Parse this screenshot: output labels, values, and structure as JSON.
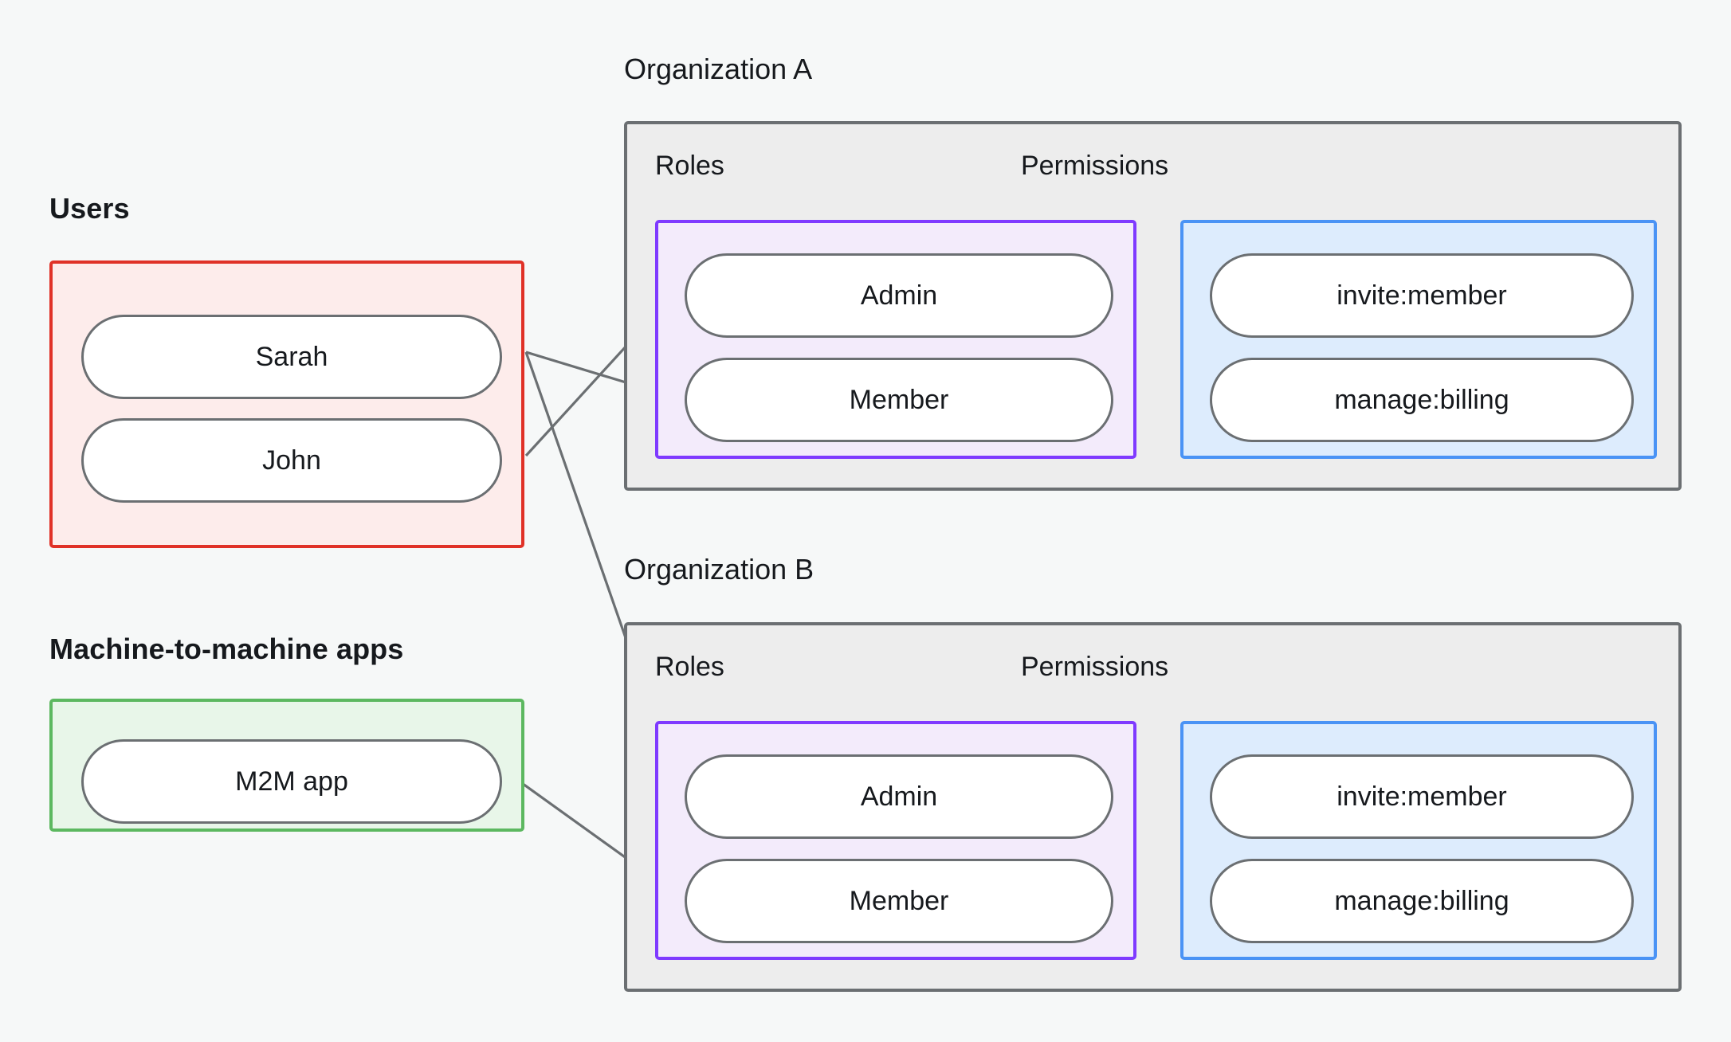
{
  "theme": {
    "background": "#f6f8f8",
    "users_border": "#e03127",
    "users_fill": "#fdeceb",
    "m2m_border": "#5cb860",
    "m2m_fill": "#e8f6e9",
    "org_border": "#6b6f72",
    "org_fill": "#ededed",
    "roles_border": "#7f3aff",
    "roles_fill": "#f3ebfb",
    "perms_border": "#4a93f5",
    "perms_fill": "#ddecfd",
    "edge_color": "#6b6f72",
    "node_border": "#6b6f72",
    "node_fill": "#ffffff",
    "text_color": "#16191d"
  },
  "groups": {
    "users": {
      "title": "Users",
      "items": [
        {
          "label": "Sarah"
        },
        {
          "label": "John"
        }
      ]
    },
    "m2m": {
      "title": "Machine-to-machine apps",
      "items": [
        {
          "label": "M2M app"
        }
      ]
    }
  },
  "organizations": [
    {
      "title": "Organization A",
      "roles_title": "Roles",
      "permissions_title": "Permissions",
      "roles": [
        {
          "label": "Admin"
        },
        {
          "label": "Member"
        }
      ],
      "permissions": [
        {
          "label": "invite:member"
        },
        {
          "label": "manage:billing"
        }
      ]
    },
    {
      "title": "Organization B",
      "roles_title": "Roles",
      "permissions_title": "Permissions",
      "roles": [
        {
          "label": "Admin"
        },
        {
          "label": "Member"
        }
      ],
      "permissions": [
        {
          "label": "invite:member"
        },
        {
          "label": "manage:billing"
        }
      ]
    }
  ],
  "connections": [
    {
      "from": "John",
      "to": "Organization A / Admin"
    },
    {
      "from": "Sarah",
      "to": "Organization A / Member"
    },
    {
      "from": "Sarah",
      "to": "Organization B / Admin"
    },
    {
      "from": "M2M app",
      "to": "Organization B / Member"
    },
    {
      "from": "Organization A / Admin",
      "to": "Organization A / invite:member"
    },
    {
      "from": "Organization A / Admin",
      "to": "Organization A / manage:billing"
    },
    {
      "from": "Organization A / Member",
      "to": "Organization A / manage:billing"
    },
    {
      "from": "Organization B / Admin",
      "to": "Organization B / invite:member"
    },
    {
      "from": "Organization B / Admin",
      "to": "Organization B / manage:billing"
    },
    {
      "from": "Organization B / Member",
      "to": "Organization B / manage:billing"
    }
  ]
}
